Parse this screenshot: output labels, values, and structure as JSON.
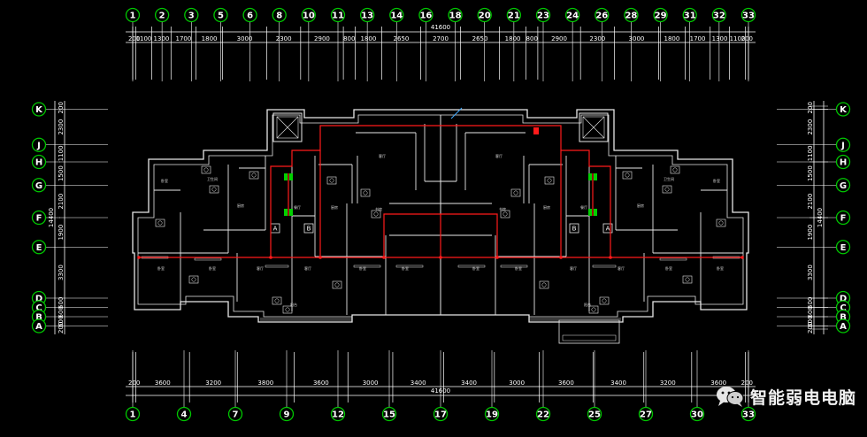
{
  "top_axes": [
    "1",
    "2",
    "3",
    "5",
    "6",
    "8",
    "10",
    "11",
    "13",
    "14",
    "16",
    "18",
    "20",
    "21",
    "23",
    "24",
    "26",
    "28",
    "29",
    "31",
    "32",
    "33"
  ],
  "top_dims": [
    "200",
    "1100",
    "1300",
    "1700",
    "1800",
    "3000",
    "2300",
    "2900",
    "800",
    "1800",
    "2650",
    "2700",
    "2650",
    "1800",
    "800",
    "2900",
    "2300",
    "3000",
    "1800",
    "1700",
    "1300",
    "1100",
    "200"
  ],
  "top_total": "41600",
  "bottom_axes": [
    "1",
    "4",
    "7",
    "9",
    "12",
    "15",
    "17",
    "19",
    "22",
    "25",
    "27",
    "30",
    "33"
  ],
  "bottom_dims": [
    "200",
    "3600",
    "3200",
    "3800",
    "3600",
    "3000",
    "3400",
    "3400",
    "3000",
    "3600",
    "3400",
    "3200",
    "3600",
    "200"
  ],
  "bottom_total": "41600",
  "side_axes": [
    "K",
    "J",
    "H",
    "G",
    "F",
    "E",
    "D",
    "C",
    "B",
    "A"
  ],
  "side_dims": [
    "200",
    "2300",
    "1100",
    "1500",
    "2100",
    "1900",
    "3300",
    "600",
    "600",
    "600",
    "200"
  ],
  "side_total": "14400",
  "room_labels": [
    "卧室",
    "客厅",
    "厨房",
    "卫生间",
    "餐厅",
    "阳台",
    "书房"
  ],
  "markers": [
    "A",
    "B",
    "B",
    "A"
  ],
  "watermark": "智能弱电电脑",
  "colors": {
    "axis": "#00c800",
    "wall": "#e8e8e8",
    "route": "#ff1a1a",
    "dim": "#ffffff",
    "room": "#a8a8a8"
  }
}
